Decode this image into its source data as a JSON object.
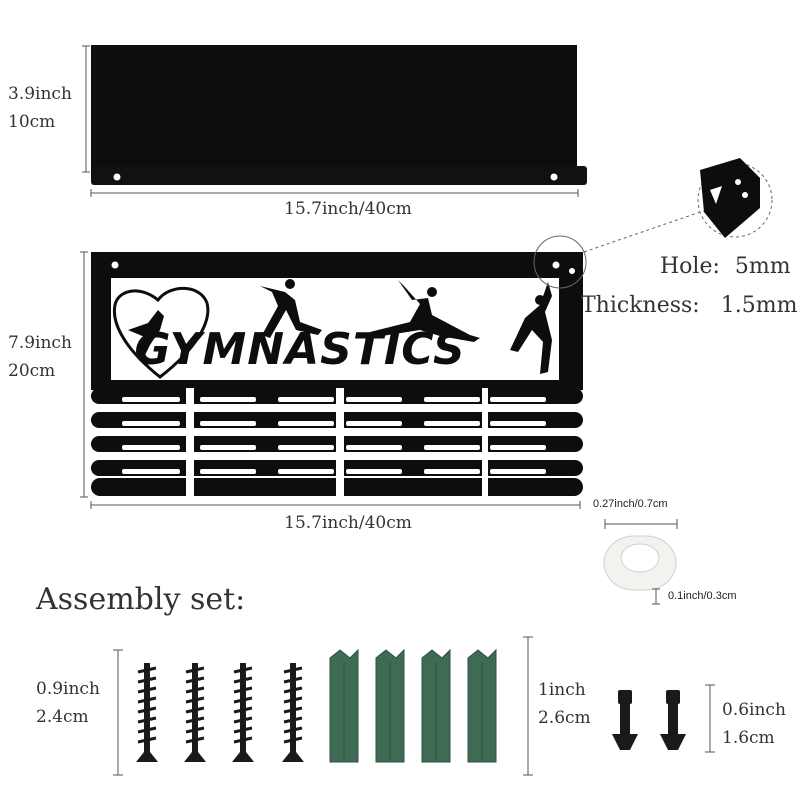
{
  "shelf": {
    "height_inch": "3.9inch",
    "height_cm": "10cm",
    "width_label": "15.7inch/40cm"
  },
  "hanger": {
    "height_inch": "7.9inch",
    "height_cm": "20cm",
    "width_label": "15.7inch/40cm",
    "sign_text": "GYMNASTICS"
  },
  "detail": {
    "hole_label": "Hole:",
    "hole_value": "5mm",
    "thickness_label": "Thickness:",
    "thickness_value": "1.5mm"
  },
  "spacer": {
    "width_label": "0.27inch/0.7cm",
    "height_label": "0.1inch/0.3cm"
  },
  "assembly": {
    "title": "Assembly set:",
    "screw_inch": "0.9inch",
    "screw_cm": "2.4cm",
    "anchor_inch": "1inch",
    "anchor_cm": "2.6cm",
    "bolt_inch": "0.6inch",
    "bolt_cm": "1.6cm"
  },
  "colors": {
    "metal": "#0d0d0d",
    "anchor": "#3f6b55",
    "spacer": "#f2f2ee",
    "dimension_line": "#555555"
  }
}
